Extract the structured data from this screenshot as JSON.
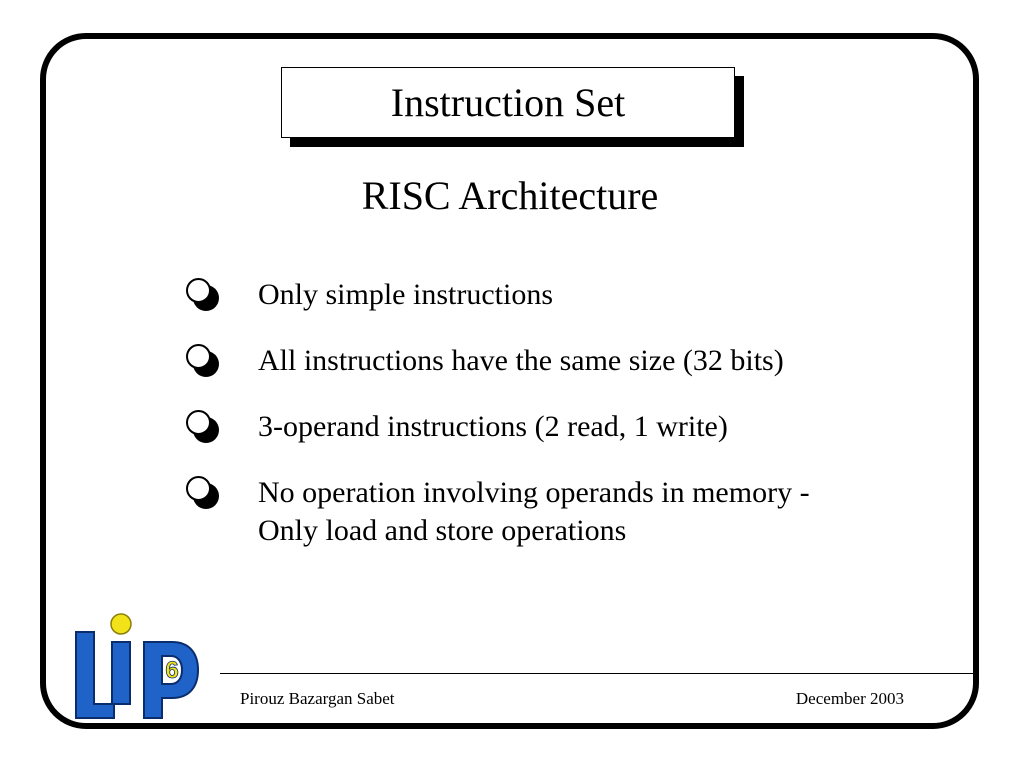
{
  "slide": {
    "title": "Instruction Set",
    "subtitle": "RISC Architecture",
    "bullets": [
      {
        "text": "Only simple instructions"
      },
      {
        "text": "All instructions have the same size (32 bits)"
      },
      {
        "text": "3-operand instructions (2 read, 1 write)"
      },
      {
        "text": "No operation involving operands in memory -\nOnly load and store operations"
      }
    ],
    "bullet_icon": "circle-bullet-icon"
  },
  "logo": {
    "icon": "lip6-logo-icon",
    "number": "6",
    "colors": {
      "letters": "#1f63c8",
      "letter_outline": "#0a2d6e",
      "dot": "#f2e21a",
      "number": "#f2e21a"
    }
  },
  "footer": {
    "author": "Pirouz Bazargan Sabet",
    "date": "December 2003"
  },
  "colors": {
    "background": "#ffffff",
    "frame": "#000000",
    "text": "#000000"
  }
}
